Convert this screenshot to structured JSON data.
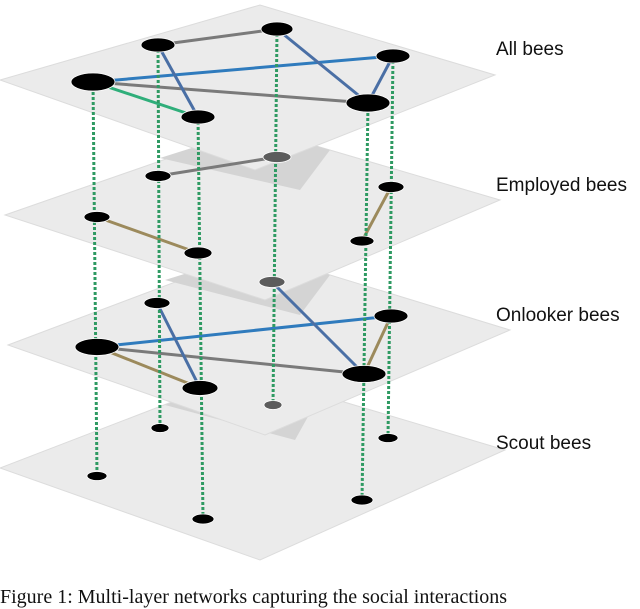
{
  "layers": [
    {
      "id": "all",
      "label": "All bees"
    },
    {
      "id": "employed",
      "label": "Employed bees"
    },
    {
      "id": "onlooker",
      "label": "Onlooker bees"
    },
    {
      "id": "scout",
      "label": "Scout bees"
    }
  ],
  "caption": "Figure 1: Multi-layer networks capturing the social interactions",
  "colors": {
    "plane": "#ebebeb",
    "plane_edge": "#d6d6d6",
    "plane_shadow": "#d2d2d2",
    "node": "#000000",
    "node_inactive": "#5c5c5c",
    "interlayer": "#2e9a62",
    "edge_blue": "#2f7bbd",
    "edge_steelblue": "#4a6fa5",
    "edge_gray": "#7a7a7a",
    "edge_green": "#2fae7a",
    "edge_tan": "#9c8a5c"
  }
}
